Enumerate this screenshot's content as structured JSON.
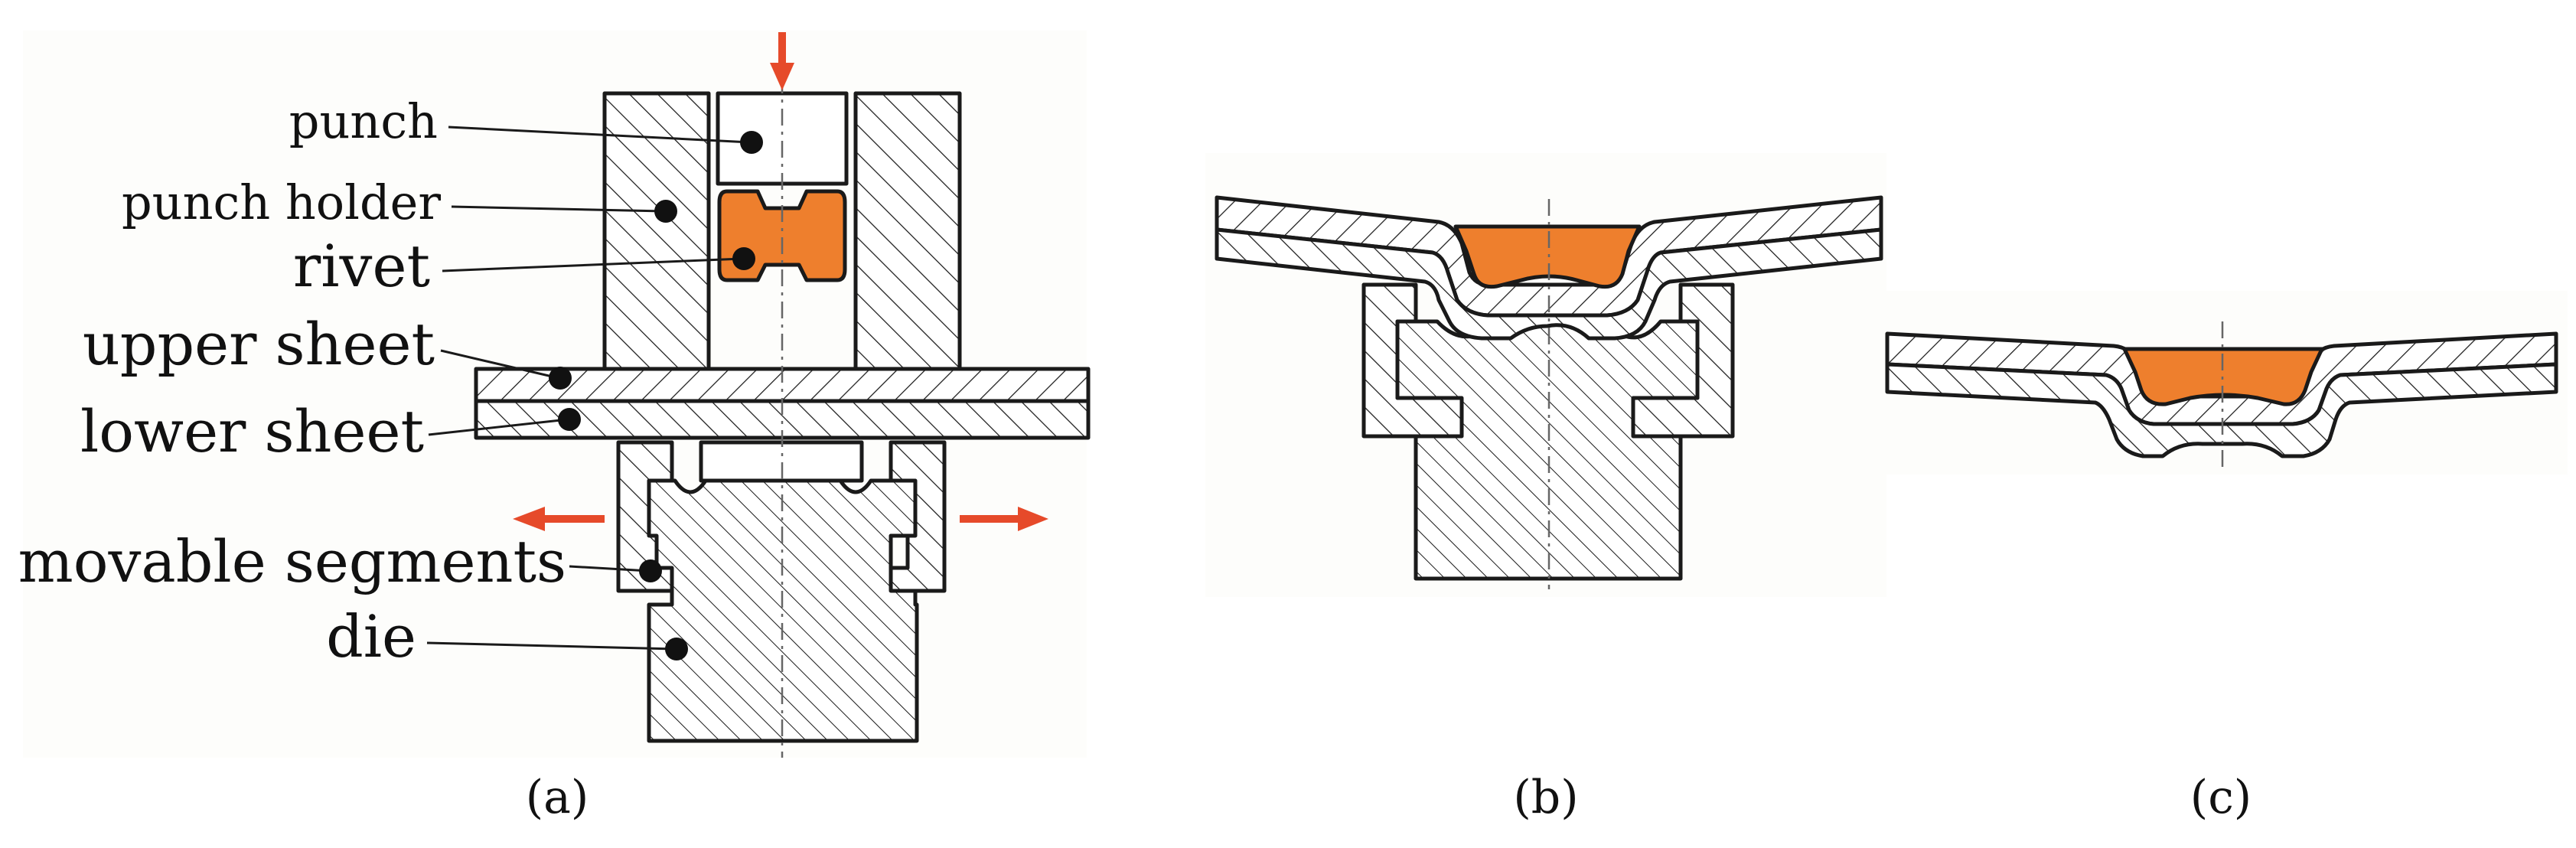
{
  "labels": {
    "punch": "punch",
    "punch_holder": "punch holder",
    "rivet": "rivet",
    "upper_sheet": "upper sheet",
    "lower_sheet": "lower sheet",
    "movable_segments": "movable segments",
    "die": "die"
  },
  "captions": {
    "a": "(a)",
    "b": "(b)",
    "c": "(c)"
  },
  "colors": {
    "rivet": "#ee7f2d",
    "arrow": "#e64a2a",
    "outline": "#1a1a1a",
    "panel_background": "#fdfdfb"
  },
  "icons": {
    "force_arrow": "arrow-down-icon",
    "segment_motion_left": "arrow-left-icon",
    "segment_motion_right": "arrow-right-icon"
  }
}
